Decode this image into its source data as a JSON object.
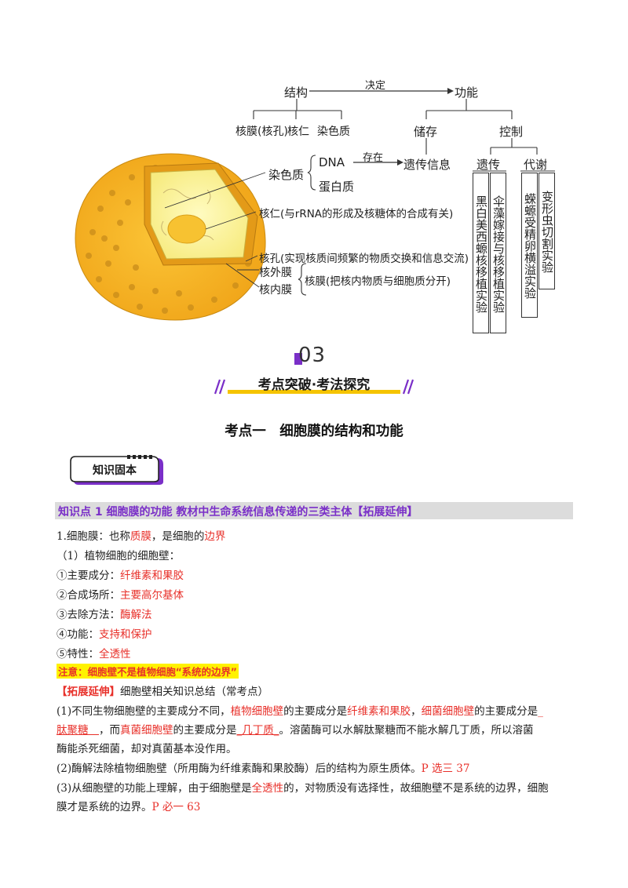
{
  "diagram": {
    "structure": "结构",
    "decides": "决定",
    "function": "功能",
    "nuclear_envelope_pore": "核膜(核孔)",
    "nucleolus": "核仁",
    "chromatin": "染色质",
    "storage": "储存",
    "control": "控制",
    "exists_in": "存在",
    "genetic_info": "遗传信息",
    "dna": "DNA",
    "protein": "蛋白质",
    "chromatin_label": "染色质",
    "nucleolus_desc": "核仁(与rRNA的形成及核糖体的合成有关)",
    "pore_desc": "核孔(实现核质间频繁的物质交换和信息交流)",
    "outer_membrane": "核外膜",
    "inner_membrane": "核内膜",
    "envelope_desc": "核膜(把核内物质与细胞质分开)",
    "heredity": "遗传",
    "metabolism": "代谢",
    "exp1": "黑白美西螈核移植实验",
    "exp2": "伞藻嫁接与核移植实验",
    "exp3": "蝾螈受精卵横溢实验",
    "exp4": "变形虫切割实验"
  },
  "section": {
    "number": "03",
    "banner": "考点突破·考法探究",
    "title": "考点一　细胞膜的结构和功能",
    "badge": "知识固本"
  },
  "content": {
    "heading": "知识点 1  细胞膜的功能  教材中生命系统信息传递的三类主体【拓展延伸】",
    "l1_a": "1.细胞膜：也称",
    "l1_b": "质膜",
    "l1_c": "，是细胞的",
    "l1_d": "边界",
    "l2": "（1）植物细胞的细胞壁：",
    "l3_a": "①主要成分：",
    "l3_b": "纤维素和果胶",
    "l4_a": "②合成场所：",
    "l4_b": "主要高尔基体",
    "l5_a": "③去除方法：",
    "l5_b": "酶解法",
    "l6_a": "④功能：",
    "l6_b": "支持和保护",
    "l7_a": "⑤特性：",
    "l7_b": "全透性",
    "note": "注意：细胞壁不是植物细胞“系统的边界”",
    "ext_tag": "【拓展延伸】",
    "ext_title": "细胞壁相关知识总结（常考点）",
    "p1_a": "(1)不同生物细胞壁的主要成分不同，",
    "p1_b": "植物细胞壁",
    "p1_c": "的主要成分是",
    "p1_d": "纤维素和果胶",
    "p1_e": "，",
    "p1_f": "细菌细胞壁",
    "p1_g": "的主要成分是",
    "p1_h": "_",
    "p2_a": "肽聚糖　",
    "p2_b": "，而",
    "p2_c": "真菌细胞壁",
    "p2_d": "的主要成分是",
    "p2_e": "_几丁质_",
    "p2_f": "。溶菌酶可以水解肽聚糖而不能水解几丁质，所以溶菌",
    "p3": "酶能杀死细菌，却对真菌基本没作用。",
    "p4_a": "(2)酶解法除植物细胞壁（所用酶为纤维素酶和果胶酶）后的结构为原生质体。",
    "p4_b": "P 选三 37",
    "p5_a": "(3)从细胞壁的功能上理解，由于细胞壁是",
    "p5_b": "全透性",
    "p5_c": "的，对物质没有选择性，故细胞壁不是系统的边界，细胞",
    "p6_a": "膜才是系统的边界。",
    "p6_b": "P 必一 63"
  }
}
